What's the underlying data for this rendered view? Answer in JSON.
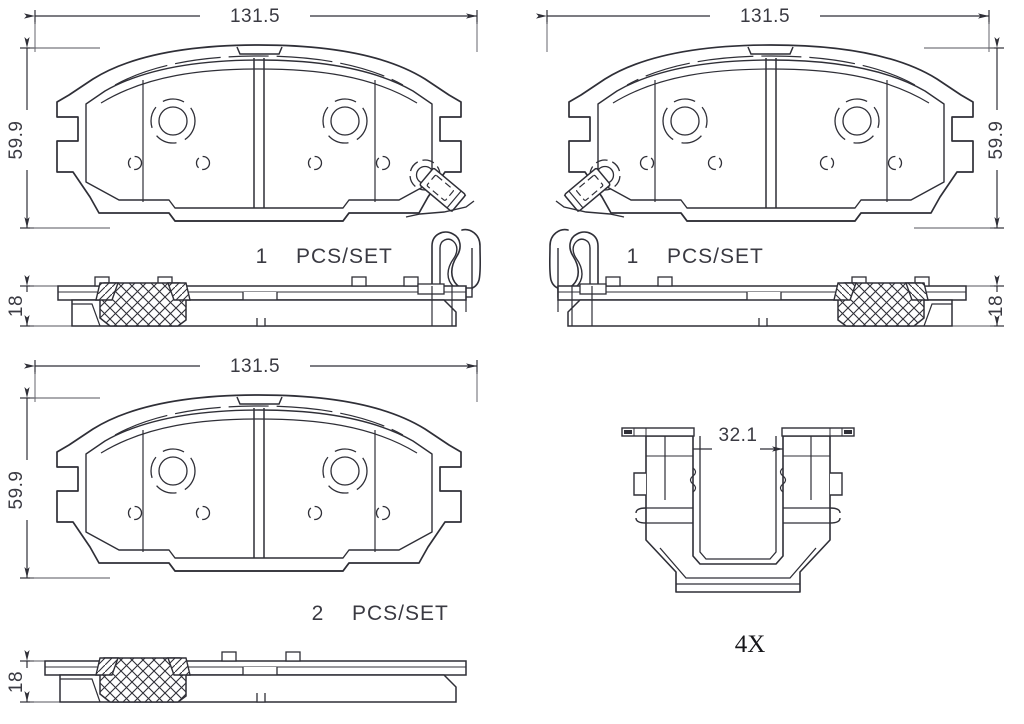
{
  "document": {
    "title": "Brake Pad Set Technical Drawing",
    "background_color": "#ffffff",
    "line_color": "#2f2f37",
    "thin_line_color": "#55555e",
    "text_color": "#3a3a42"
  },
  "views": {
    "top_left": {
      "name": "front-pad-left-plan-view",
      "width_dimension": "131.5",
      "height_dimension": "59.9",
      "quantity_count": "1",
      "quantity_unit": "PCS/SET",
      "thickness_dimension": "18"
    },
    "top_right": {
      "name": "front-pad-right-plan-view",
      "width_dimension": "131.5",
      "height_dimension": "59.9",
      "quantity_count": "1",
      "quantity_unit": "PCS/SET",
      "thickness_dimension": "18"
    },
    "bottom_left": {
      "name": "front-pad-plain-plan-view",
      "width_dimension": "131.5",
      "height_dimension": "59.9",
      "quantity_count": "2",
      "quantity_unit": "PCS/SET",
      "thickness_dimension": "18"
    },
    "bottom_right": {
      "name": "abutment-clip-view",
      "width_dimension": "32.1",
      "multiplier": "4X"
    }
  },
  "labels": {
    "dim_131_5_a": "131.5",
    "dim_131_5_b": "131.5",
    "dim_131_5_c": "131.5",
    "dim_59_9_a": "59.9",
    "dim_59_9_b": "59.9",
    "dim_59_9_c": "59.9",
    "dim_18_a": "18",
    "dim_18_b": "18",
    "dim_18_c": "18",
    "dim_32_1": "32.1",
    "qty_1_a": "1",
    "qty_unit_a": "PCS/SET",
    "qty_1_b": "1",
    "qty_unit_b": "PCS/SET",
    "qty_2_c": "2",
    "qty_unit_c": "PCS/SET",
    "clip_multiplier": "4X"
  }
}
